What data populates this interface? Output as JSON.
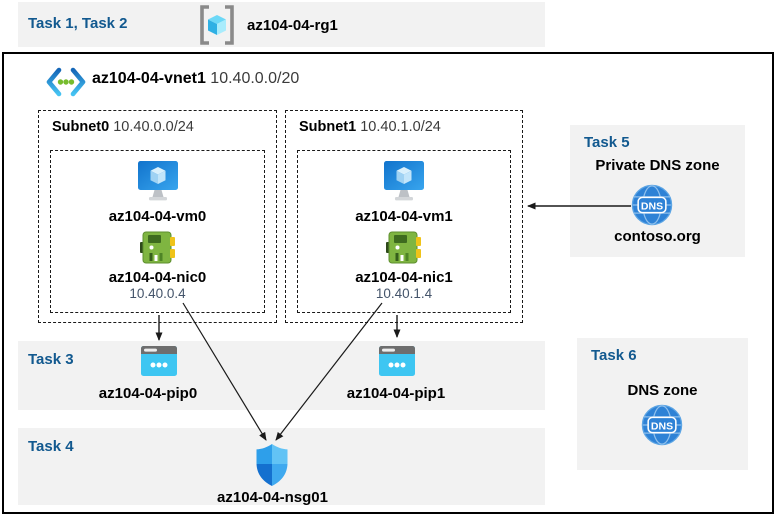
{
  "header": {
    "tasks_label": "Task 1, Task 2",
    "resource_group": "az104-04-rg1"
  },
  "vnet": {
    "name": "az104-04-vnet1",
    "cidr": "10.40.0.0/20"
  },
  "subnets": [
    {
      "name": "Subnet0",
      "cidr": "10.40.0.0/24",
      "vm": "az104-04-vm0",
      "nic": "az104-04-nic0",
      "ip": "10.40.0.4"
    },
    {
      "name": "Subnet1",
      "cidr": "10.40.1.0/24",
      "vm": "az104-04-vm1",
      "nic": "az104-04-nic1",
      "ip": "10.40.1.4"
    }
  ],
  "task3": {
    "label": "Task 3",
    "pips": [
      "az104-04-pip0",
      "az104-04-pip1"
    ]
  },
  "task4": {
    "label": "Task 4",
    "nsg": "az104-04-nsg01"
  },
  "task5": {
    "label": "Task 5",
    "title": "Private DNS zone",
    "zone": "contoso.org"
  },
  "task6": {
    "label": "Task 6",
    "title": "DNS zone"
  },
  "icons": {
    "resource_group": "brackets-with-cube",
    "virtual_network": "chevrons-with-green-dots",
    "virtual_machine": "blue-monitor-cube",
    "network_interface": "green-nic-card",
    "public_ip": "cyan-browser-dots",
    "dns_zone": "blue-globe-dns",
    "nsg": "blue-quadrant-shield"
  },
  "colors": {
    "task_label": "#12598F",
    "band_bg": "#F2F2F2",
    "cidr_text": "#3B3B3B",
    "ip_text": "#44546A",
    "arrow": "#1a1a1a"
  }
}
